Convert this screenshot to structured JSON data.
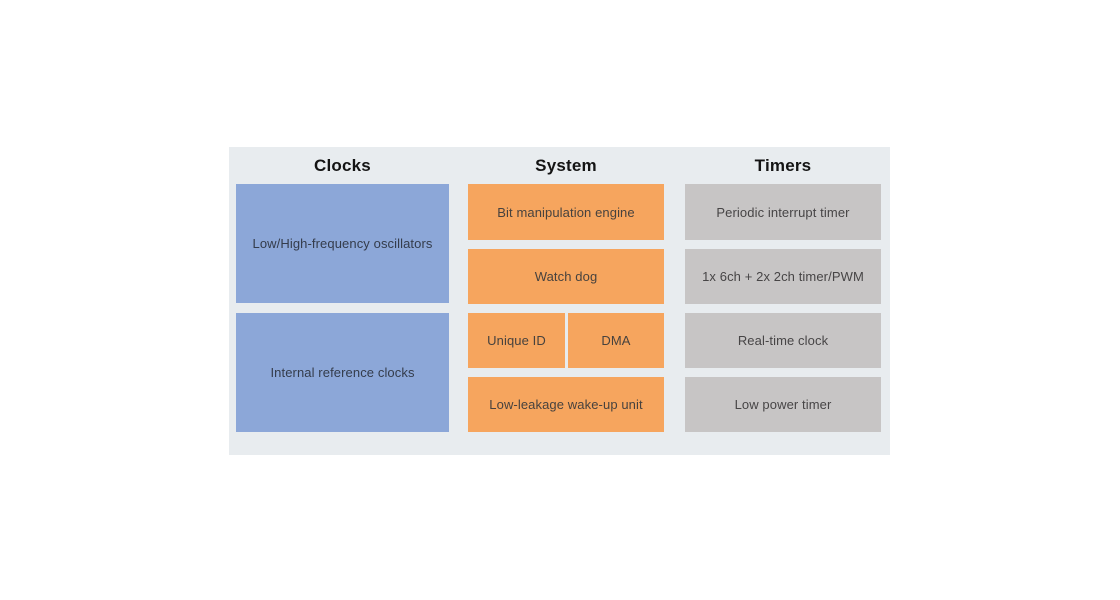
{
  "panel": {
    "name": "mcu-peripherals-block-diagram"
  },
  "colors": {
    "panel_bg": "#e8ecef",
    "clocks_block": "#8ca7d8",
    "system_block": "#f6a55e",
    "timers_block": "#c7c5c5",
    "header_text": "#141414",
    "block_text": "#3a4049"
  },
  "columns": [
    {
      "header": "Clocks",
      "boxes": [
        {
          "label": "Low/High-frequency oscillators"
        },
        {
          "label": "Internal reference clocks"
        }
      ]
    },
    {
      "header": "System",
      "boxes": [
        {
          "label": "Bit manipulation engine"
        },
        {
          "label": "Watch dog"
        },
        {
          "label": "Unique ID"
        },
        {
          "label": "DMA"
        },
        {
          "label": "Low-leakage wake-up unit"
        }
      ]
    },
    {
      "header": "Timers",
      "boxes": [
        {
          "label": "Periodic interrupt timer"
        },
        {
          "label": "1x 6ch + 2x 2ch timer/PWM"
        },
        {
          "label": "Real-time clock"
        },
        {
          "label": "Low power timer"
        }
      ]
    }
  ]
}
